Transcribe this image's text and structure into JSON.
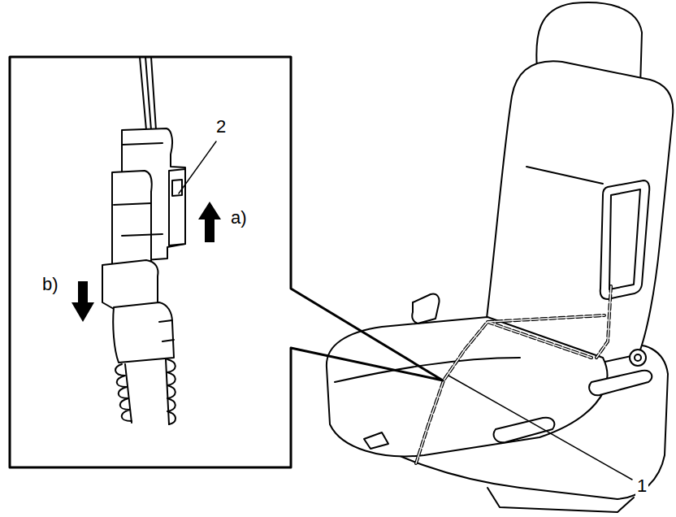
{
  "diagram": {
    "labels": [
      "2",
      "a)",
      "b)",
      "1"
    ]
  }
}
